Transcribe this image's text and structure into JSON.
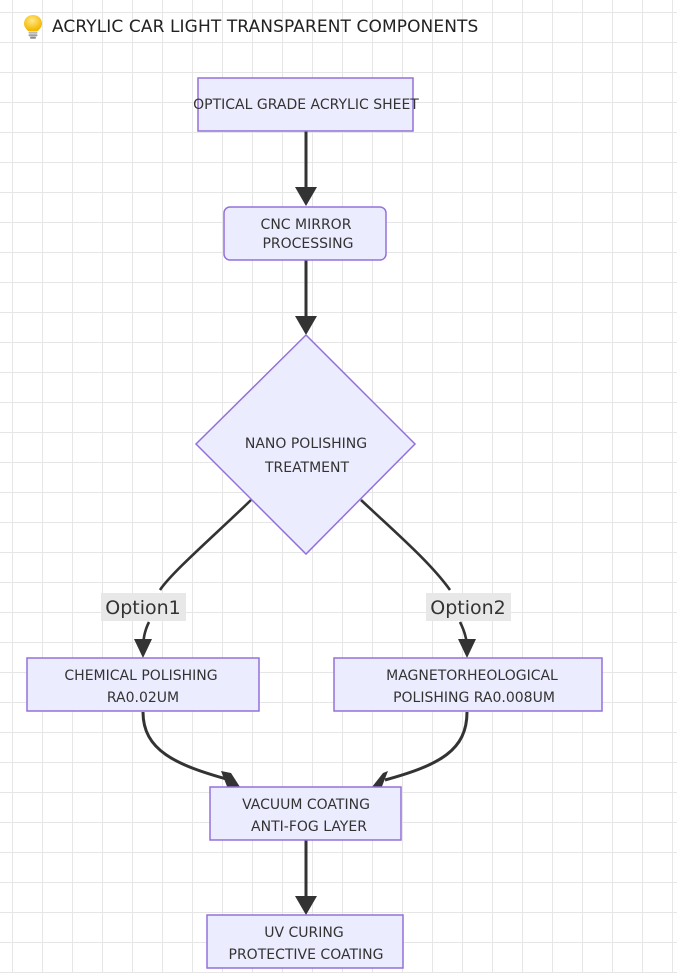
{
  "header": {
    "icon": "lightbulb-icon",
    "title": "ACRYLIC CAR LIGHT TRANSPARENT COMPONENTS"
  },
  "colors": {
    "node_fill": "#ECECFF",
    "node_stroke": "#9370DB",
    "edge": "#333333",
    "label_bg": "#E8E8E8",
    "grid": "#E6E6E6"
  },
  "nodes": {
    "sheet": {
      "lines": [
        "OPTICAL GRADE ACRYLIC SHEET"
      ]
    },
    "cnc": {
      "lines": [
        "CNC MIRROR",
        "PROCESSING"
      ]
    },
    "nano": {
      "lines": [
        "NANO POLISHING",
        "TREATMENT"
      ]
    },
    "chem": {
      "lines": [
        "CHEMICAL POLISHING",
        "RA0.02UM"
      ]
    },
    "magneto": {
      "lines": [
        "MAGNETORHEOLOGICAL",
        "POLISHING RA0.008UM"
      ]
    },
    "vacuum": {
      "lines": [
        "VACUUM COATING",
        "ANTI-FOG LAYER"
      ]
    },
    "uv": {
      "lines": [
        "UV CURING",
        "PROTECTIVE COATING"
      ]
    }
  },
  "edges": [
    {
      "from": "sheet",
      "to": "cnc",
      "label": ""
    },
    {
      "from": "cnc",
      "to": "nano",
      "label": ""
    },
    {
      "from": "nano",
      "to": "chem",
      "label": "Option1"
    },
    {
      "from": "nano",
      "to": "magneto",
      "label": "Option2"
    },
    {
      "from": "chem",
      "to": "vacuum",
      "label": ""
    },
    {
      "from": "magneto",
      "to": "vacuum",
      "label": ""
    },
    {
      "from": "vacuum",
      "to": "uv",
      "label": ""
    }
  ]
}
